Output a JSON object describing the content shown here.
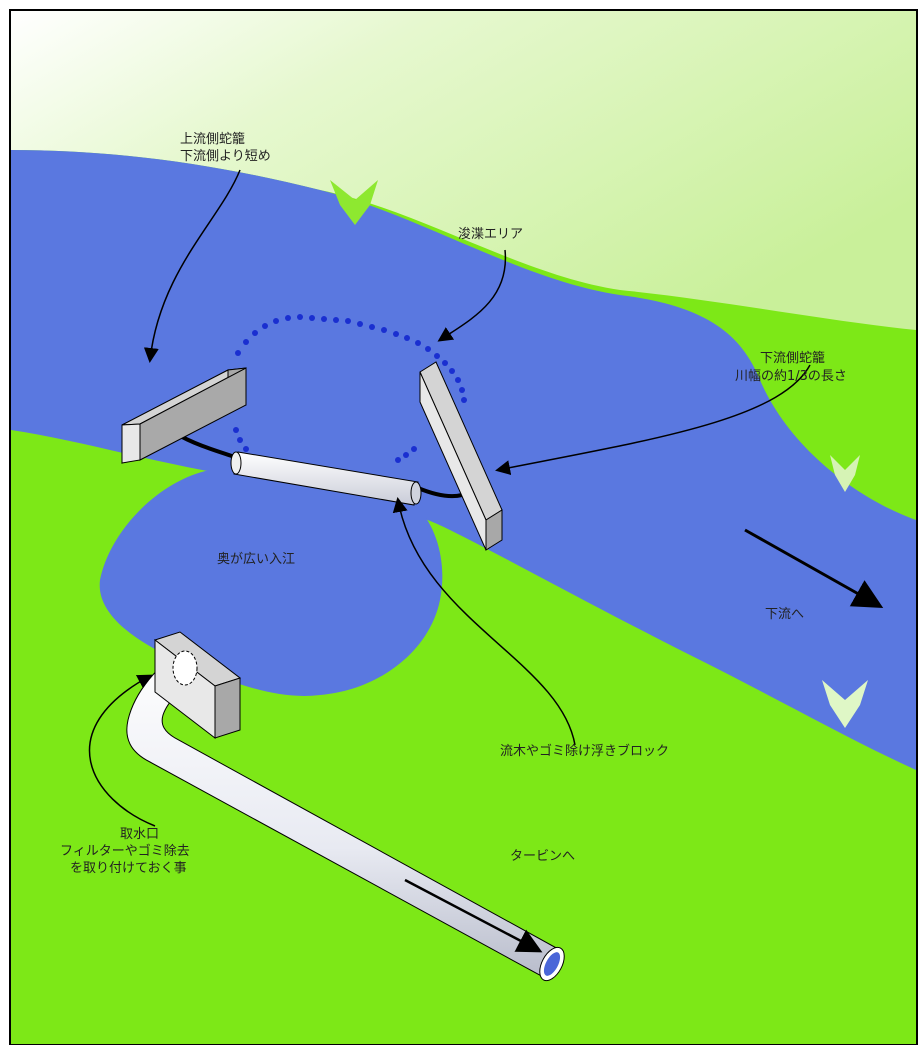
{
  "labels": {
    "upstream_wall": [
      "上流側蛇籠",
      "下流側より短め"
    ],
    "dredge_area": "浚渫エリア",
    "downstream_wall": [
      "下流側蛇籠",
      "川幅の約1/3の長さ"
    ],
    "inlet": "奥が広い入江",
    "downstream": "下流へ",
    "float_block": "流木やゴミ除け浮きブロック",
    "intake": [
      "取水口",
      "フィルターやゴミ除去",
      "を取り付けておく事"
    ],
    "to_turbine": "タービンへ"
  },
  "colors": {
    "grass": "#7de817",
    "grass_light": "#d8f5b0",
    "water": "#5a78e0",
    "border": "#000000",
    "dredge_dots": "#1a2fd0",
    "block_face": "#e8e8e8",
    "block_side": "#a8a8a8"
  },
  "icons": [
    "flow-arrow-icon"
  ]
}
